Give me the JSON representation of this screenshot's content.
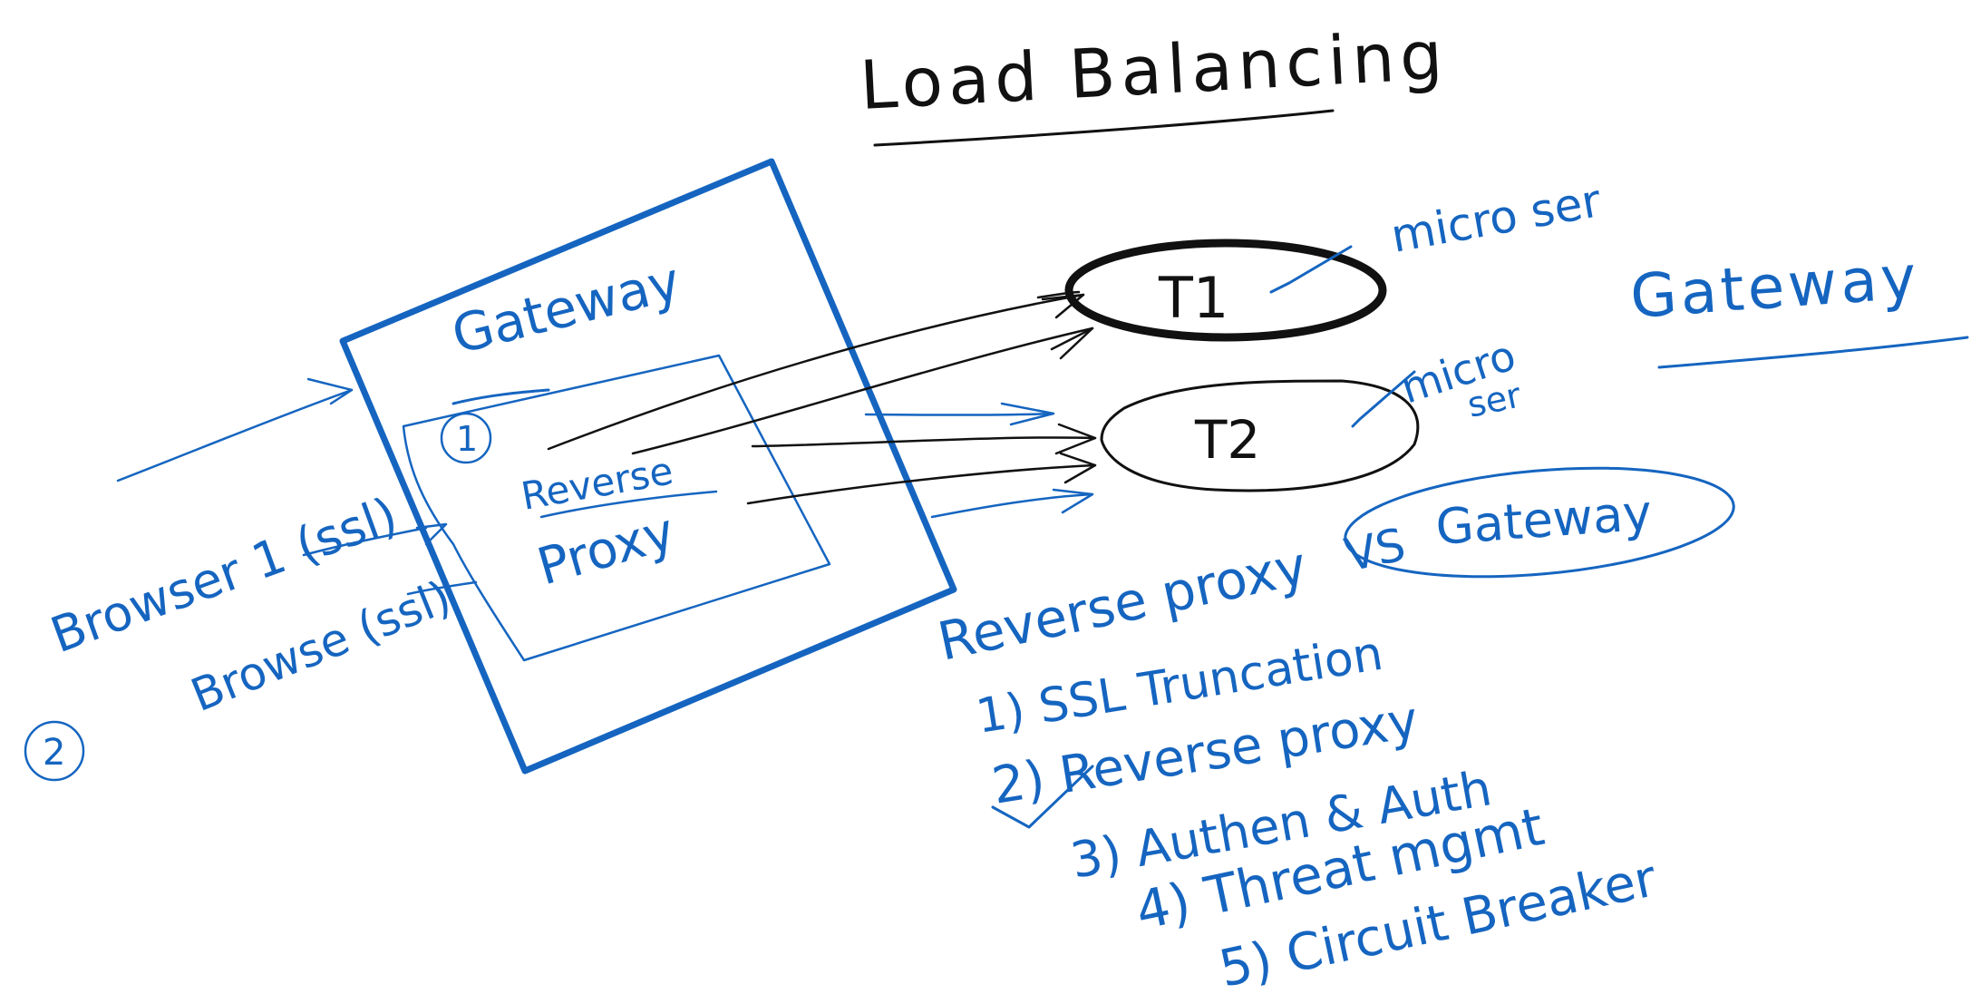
{
  "title": "Load Balancing",
  "gateway_box": {
    "label": "Gateway",
    "marker": "1",
    "inner_label_line1": "Reverse",
    "inner_label_line2": "Proxy"
  },
  "targets": [
    {
      "label": "T1",
      "note": "micro ser"
    },
    {
      "label": "T2",
      "note_line1": "micro",
      "note_line2": "ser"
    }
  ],
  "clients": {
    "browser1": "Browser 1 (ssl)",
    "browser2": "Browse (ssl)",
    "marker": "2"
  },
  "side_label": "Gateway",
  "comparison": {
    "left": "Reverse proxy",
    "vs": "VS",
    "right": "Gateway"
  },
  "features": [
    "1) SSL Truncation",
    "2) Reverse proxy",
    "3) Authen & Auth",
    "4) Threat mgmt",
    "5) Circuit Breaker"
  ],
  "colors": {
    "ink_black": "#111111",
    "ink_blue": "#1565c0",
    "background": "#ffffff"
  }
}
